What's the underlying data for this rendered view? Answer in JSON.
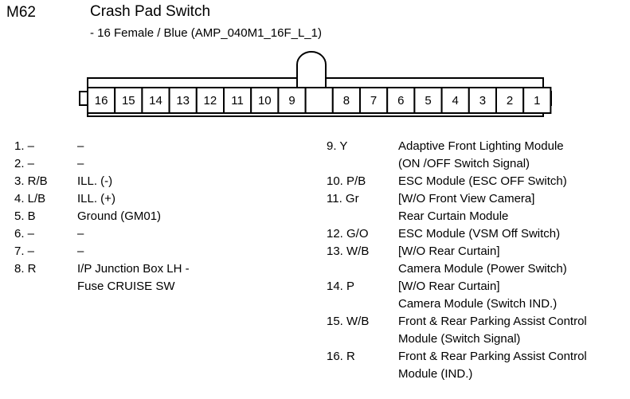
{
  "header": {
    "code": "M62",
    "title": "Crash Pad Switch",
    "subtitle": "- 16 Female / Blue (AMP_040M1_16F_L_1)"
  },
  "connector": {
    "cells": [
      "16",
      "15",
      "14",
      "13",
      "12",
      "11",
      "10",
      "9",
      "",
      "8",
      "7",
      "6",
      "5",
      "4",
      "3",
      "2",
      "1"
    ]
  },
  "pins_left": [
    {
      "id": "1. –",
      "lines": [
        "–"
      ]
    },
    {
      "id": "2. –",
      "lines": [
        "–"
      ]
    },
    {
      "id": "3. R/B",
      "lines": [
        "ILL. (-)"
      ]
    },
    {
      "id": "4. L/B",
      "lines": [
        "ILL. (+)"
      ]
    },
    {
      "id": "5. B",
      "lines": [
        "Ground (GM01)"
      ]
    },
    {
      "id": "6. –",
      "lines": [
        "–"
      ]
    },
    {
      "id": "7. –",
      "lines": [
        "–"
      ]
    },
    {
      "id": "8. R",
      "lines": [
        "I/P Junction Box LH -",
        "Fuse CRUISE SW"
      ]
    }
  ],
  "pins_right": [
    {
      "id": "9. Y",
      "lines": [
        "Adaptive Front Lighting Module",
        "(ON /OFF Switch Signal)"
      ]
    },
    {
      "id": "10. P/B",
      "lines": [
        "ESC Module (ESC OFF Switch)"
      ]
    },
    {
      "id": "11. Gr",
      "lines": [
        "[W/O Front View Camera]",
        "Rear Curtain Module"
      ]
    },
    {
      "id": "12. G/O",
      "lines": [
        "ESC Module (VSM Off Switch)"
      ]
    },
    {
      "id": "13. W/B",
      "lines": [
        "[W/O Rear Curtain]",
        "Camera Module (Power Switch)"
      ]
    },
    {
      "id": "14. P",
      "lines": [
        "[W/O Rear Curtain]",
        "Camera Module (Switch IND.)"
      ]
    },
    {
      "id": "15. W/B",
      "lines": [
        "Front & Rear Parking Assist Control",
        "Module (Switch Signal)"
      ]
    },
    {
      "id": "16. R",
      "lines": [
        "Front & Rear Parking Assist Control",
        "Module (IND.)"
      ]
    }
  ]
}
